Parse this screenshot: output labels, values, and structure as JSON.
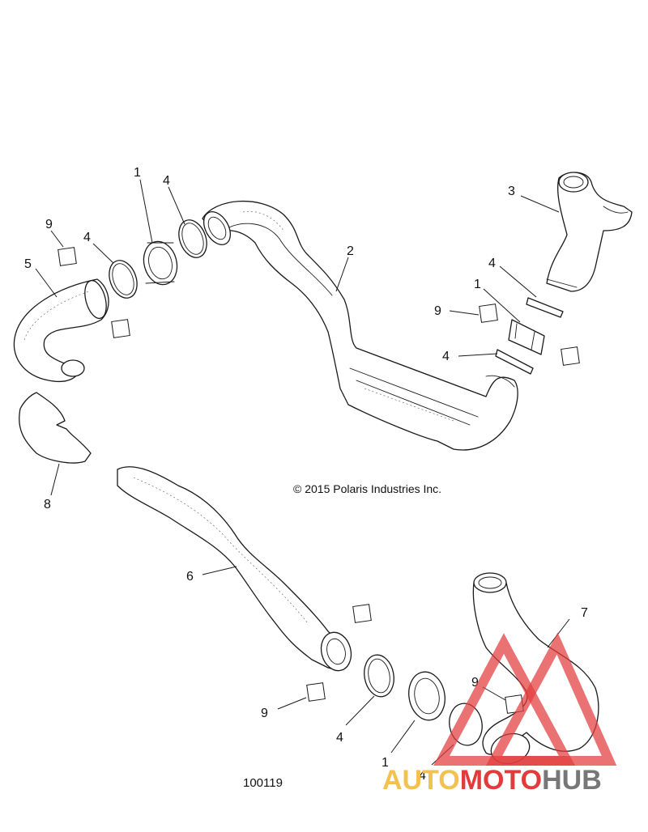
{
  "copyright": "© 2015 Polaris Industries Inc.",
  "drawing_number": "100119",
  "callouts": {
    "c1_top": "1",
    "c4_top_a": "4",
    "c4_top_b": "4",
    "c9_top": "9",
    "c5": "5",
    "c2": "2",
    "c3": "3",
    "c4_right_a": "4",
    "c1_right": "1",
    "c9_right": "9",
    "c4_right_b": "4",
    "c8": "8",
    "c6": "6",
    "c7": "7",
    "c9_bottom": "9",
    "c4_bottom_a": "4",
    "c1_bottom": "1",
    "c4_bottom_b": "4",
    "c9_bottom_b": "9"
  },
  "watermark": {
    "part1": "AUTO",
    "part2": "MOTO",
    "part3": "HUB",
    "color_auto": "#f2c14e",
    "color_moto": "#e23b3b",
    "color_hub": "#777777"
  }
}
